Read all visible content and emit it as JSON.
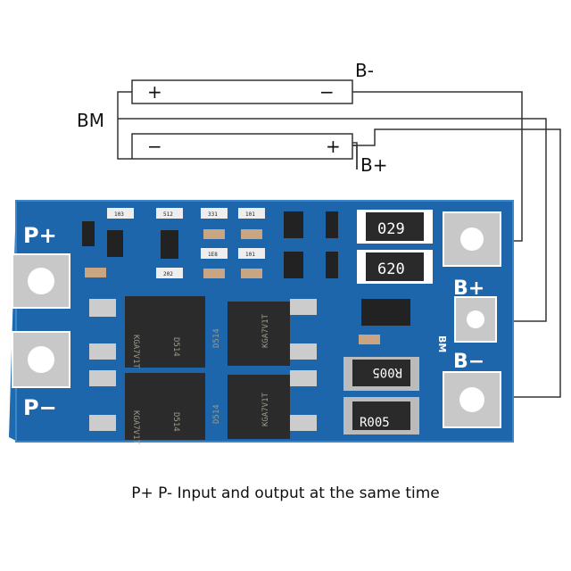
{
  "diagram": {
    "battery_top": {
      "plus": "+",
      "minus": "−"
    },
    "battery_bottom": {
      "minus": "−",
      "plus": "+"
    },
    "label_b_minus": "B-",
    "label_b_plus": "B+",
    "label_bm": "BM",
    "wire_color": "#333333"
  },
  "board": {
    "color": "#1f6bb0",
    "p_plus": "P+",
    "p_minus": "P−",
    "b_plus": "B+",
    "b_minus": "B−",
    "bm": "BM",
    "shunt_top": "029",
    "shunt_bottom": "620",
    "sense_top": "R005",
    "sense_bottom": "R005",
    "mosfet_part": "KGA7V1T",
    "mosfet_code": "D514",
    "smd_codes": [
      "103",
      "512",
      "331",
      "101",
      "1E8",
      "101",
      "202"
    ]
  },
  "caption": "P+ P- Input and output at the same time"
}
